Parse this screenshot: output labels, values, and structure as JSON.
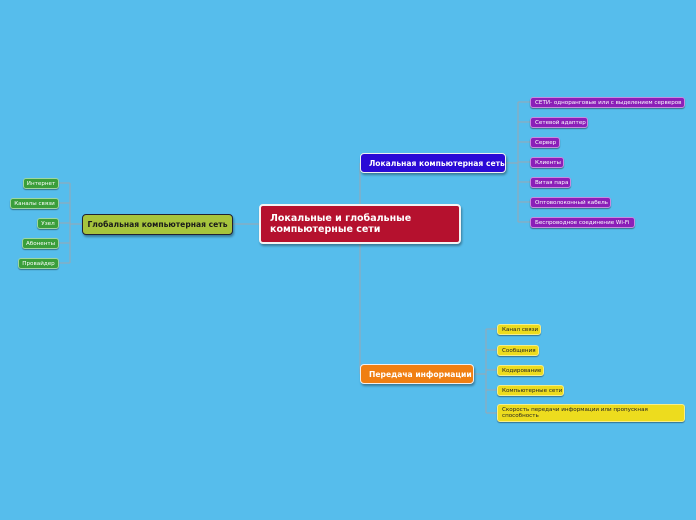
{
  "central": "Локальные и глобальные компьютерные сети",
  "local_network": {
    "label": "Локальная компьютерная сеть",
    "items": [
      "СЕТИ- одноранговые или с выделением серверов",
      "Сетевой адаптер",
      "Сервер",
      "Клиенты",
      "Витая пара",
      "Оптоволоконный кабель",
      "Беспроводное соединение Wi-Fi"
    ]
  },
  "global_network": {
    "label": "Глобальная компьютерная сеть",
    "items": [
      "Интернет",
      "Каналы связи",
      "Узел",
      "Абоненты",
      "Провайдер"
    ]
  },
  "data_transfer": {
    "label": "Передача информации",
    "items": [
      "Канал связи",
      "Сообщения",
      "Кодирование",
      "Компьютерные сети",
      "Скорость передачи информации или пропускная способность"
    ]
  },
  "colors": {
    "background": "#56bdec",
    "central": "#b5112e",
    "local": "#2a0ad6",
    "global": "#a6c43c",
    "transfer": "#f07f12",
    "local_leaf": "#8b1fb8",
    "global_leaf": "#3a9e3a",
    "transfer_leaf": "#eddc1e",
    "connector": "#9aa8b2"
  }
}
